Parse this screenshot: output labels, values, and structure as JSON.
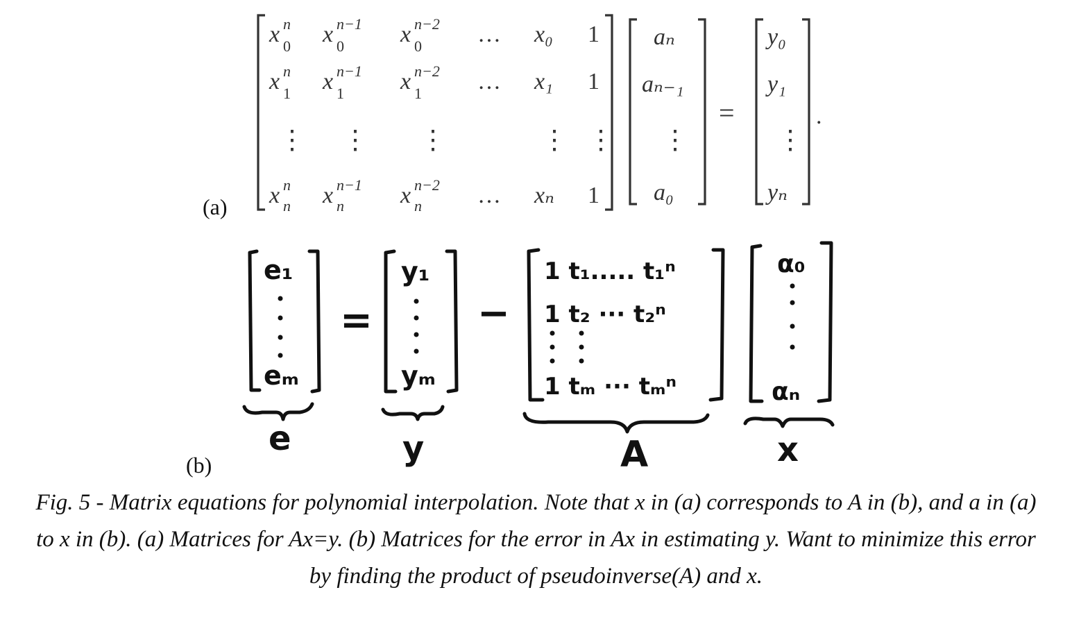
{
  "panel_a": {
    "label": "(a)",
    "matrix_rows": [
      [
        "x",
        "x",
        "x",
        "…",
        "x₀",
        "1"
      ],
      [
        "x",
        "x",
        "x",
        "…",
        "x₁",
        "1"
      ],
      [
        "⋮",
        "⋮",
        "⋮",
        "",
        "⋮",
        "⋮"
      ],
      [
        "x",
        "x",
        "x",
        "…",
        "xₙ",
        "1"
      ]
    ],
    "vector_a": [
      "aₙ",
      "aₙ₋₁",
      "⋮",
      "a₀"
    ],
    "equals": "=",
    "vector_y": [
      "y₀",
      "y₁",
      "⋮",
      "yₙ"
    ],
    "period": "."
  },
  "panel_b": {
    "label": "(b)",
    "vector_e": [
      "e₁",
      "eₘ"
    ],
    "equals": "=",
    "vector_y": [
      "y₁",
      "yₘ"
    ],
    "minus": "−",
    "matrix_A": [
      "1 t₁..... t₁ⁿ",
      "1 t₂ ··· t₂ⁿ",
      "1 tₘ ··· tₘⁿ"
    ],
    "vector_x": [
      "α₀",
      "αₙ"
    ],
    "brace_labels": [
      "e",
      "y",
      "A",
      "x"
    ]
  },
  "caption": "Fig. 5 - Matrix equations for polynomial interpolation. Note that x in (a) corresponds to A in (b), and a in (a) to x in (b). (a) Matrices for Ax=y. (b) Matrices for the error in Ax in estimating y. Want to minimize this error by finding the product of pseudoinverse(A) and x."
}
